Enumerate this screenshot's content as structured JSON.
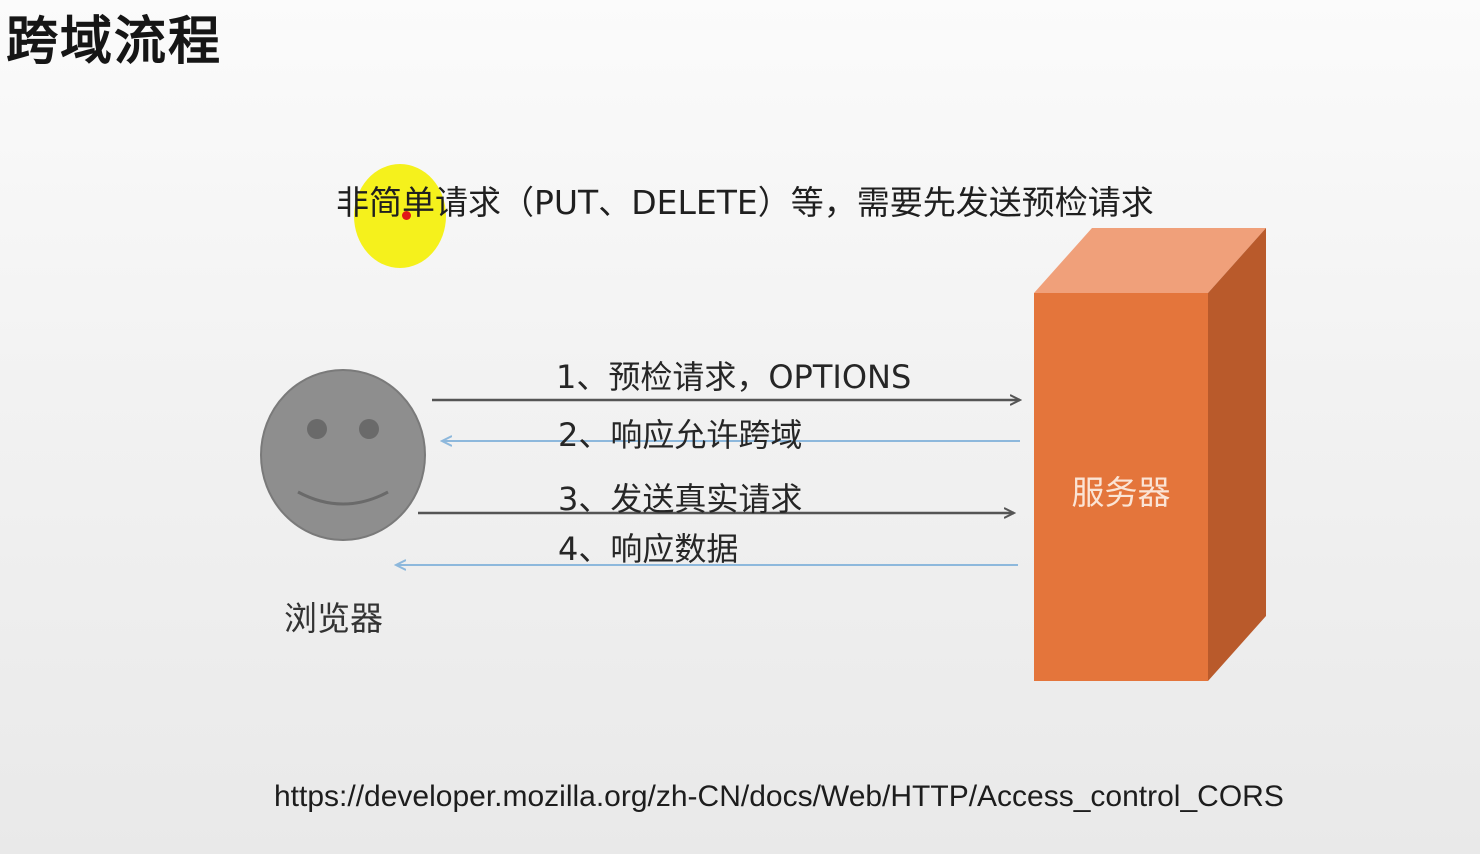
{
  "title": "跨域流程",
  "subtitle": "非简单请求（PUT、DELETE）等，需要先发送预检请求",
  "steps": {
    "step1": "1、预检请求，OPTIONS",
    "step2": "2、响应允许跨域",
    "step3": "3、发送真实请求",
    "step4": "4、响应数据"
  },
  "nodes": {
    "browser": "浏览器",
    "server": "服务器"
  },
  "reference_url": "https://developer.mozilla.org/zh-CN/docs/Web/HTTP/Access_control_CORS",
  "colors": {
    "server_front": "#e4753b",
    "server_side": "#b95a2b",
    "server_top": "#f0a07a",
    "face": "#8e8e8e",
    "request_arrow": "#555555",
    "response_arrow": "#8db8dc",
    "highlight": "#f4f010"
  },
  "icons": {
    "browser": "smiley-face-icon",
    "server": "server-box-icon"
  }
}
